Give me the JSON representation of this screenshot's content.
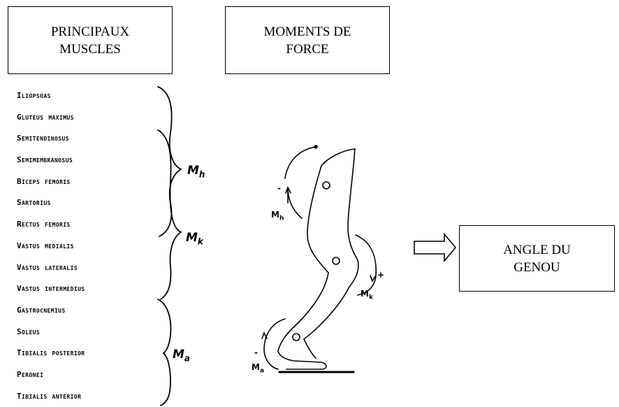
{
  "boxes": {
    "muscles": [
      "PRINCIPAUX",
      "MUSCLES"
    ],
    "moments": [
      "MOMENTS DE",
      "FORCE"
    ],
    "angle": [
      "ANGLE DU",
      "GENOU"
    ]
  },
  "muscles": [
    "Iliopsoas",
    "Gluteus maximus",
    "Semitendinosus",
    "Semimembranosus",
    "Biceps femoris",
    "Sartorius",
    "Rectus femoris",
    "Vastus medialis",
    "Vastus lateralis",
    "Vastus intermedius",
    "Gastrocnemius",
    "Soleus",
    "Tibialis posterior",
    "Peronei",
    "Tibialis anterior"
  ],
  "moment_labels": {
    "hip": {
      "main": "M",
      "sub": "h"
    },
    "knee": {
      "main": "M",
      "sub": "k"
    },
    "ankle": {
      "main": "M",
      "sub": "a"
    }
  },
  "signs": {
    "hip": "-",
    "knee": "+",
    "ankle": "-"
  },
  "icons": {
    "arrow": "right-hollow-arrow-icon"
  }
}
